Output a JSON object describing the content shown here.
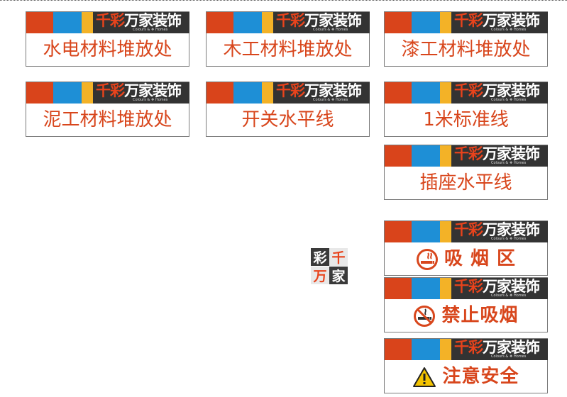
{
  "brand": {
    "name_red": "千彩",
    "name_white": "万家装饰",
    "sub": "Colours & ❖ Homes"
  },
  "signs": [
    {
      "label": "水电材料堆放处"
    },
    {
      "label": "木工材料堆放处"
    },
    {
      "label": "漆工材料堆放处"
    },
    {
      "label": "泥工材料堆放处"
    },
    {
      "label": "开关水平线"
    },
    {
      "label": "1米标准线"
    },
    {
      "label": "插座水平线"
    },
    {
      "label": "吸 烟 区",
      "icon": "smoking-area-icon"
    },
    {
      "label": "禁止吸烟",
      "icon": "no-smoking-icon"
    },
    {
      "label": "注意安全",
      "icon": "warning-triangle-icon"
    }
  ],
  "stamp": {
    "icon": "brand-seal-logo"
  },
  "colors": {
    "red": "#d9441b",
    "blue": "#1e8fd6",
    "yellow": "#f3b227",
    "dark": "#333333",
    "text": "#d8461c"
  }
}
